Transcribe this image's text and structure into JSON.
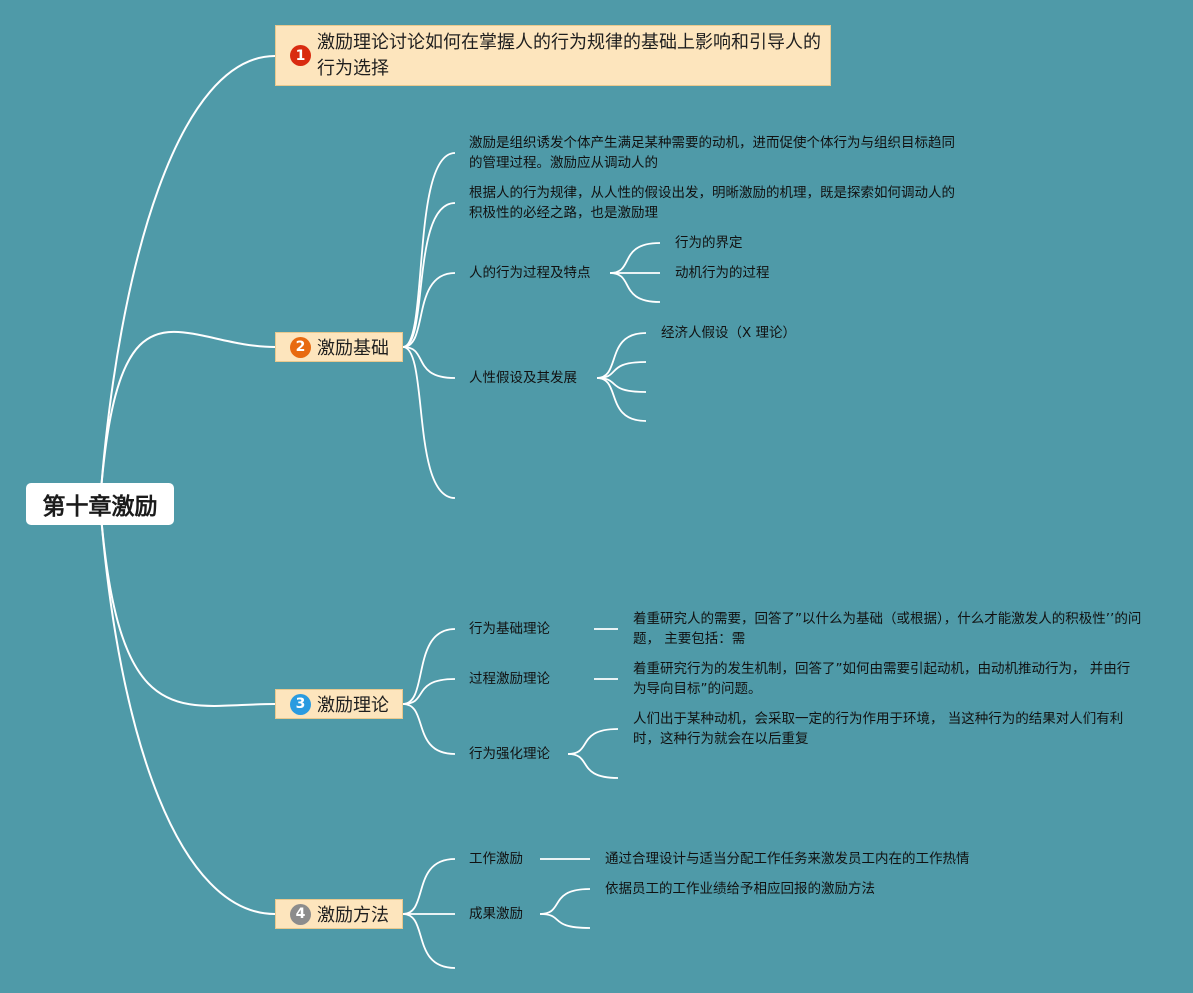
{
  "root": {
    "label": "第十章激励"
  },
  "topics": [
    {
      "number": "1",
      "badge_color": "#d92b10",
      "label": "激励理论讨论如何在掌握人的行为规律的基础上影响和引导人的行为选择"
    },
    {
      "number": "2",
      "badge_color": "#e86a10",
      "label": "激励基础",
      "children": [
        {
          "text": "激励是组织诱发个体产生满足某种需要的动机，进而促使个体行为与组织目标趋同的管理过程。激励应从调动人的"
        },
        {
          "text": "根据人的行为规律，从人性的假设出发，明晰激励的机理，既是探索如何调动人的积极性的必经之路，也是激励理"
        },
        {
          "text": "人的行为过程及特点",
          "children": [
            "行为的界定",
            "动机行为的过程",
            ""
          ]
        },
        {
          "text": "人性假设及其发展",
          "children": [
            "经济人假设（X 理论）",
            "",
            "",
            ""
          ]
        },
        {
          "text": ""
        }
      ]
    },
    {
      "number": "3",
      "badge_color": "#2a9be0",
      "label": "激励理论",
      "children": [
        {
          "text": "行为基础理论",
          "children": [
            "着重研究人的需要，回答了”以什么为基础（或根据），什么才能激发人的积极性’’的问题，  主要包括：需"
          ]
        },
        {
          "text": "过程激励理论",
          "children": [
            "着重研究行为的发生机制，回答了”如何由需要引起动机，由动机推动行为，  并由行为导向目标”的问题。"
          ]
        },
        {
          "text": "行为强化理论",
          "children": [
            "人们出于某种动机，会采取一定的行为作用于环境，  当这种行为的结果对人们有利时，这种行为就会在以后重复",
            ""
          ]
        }
      ]
    },
    {
      "number": "4",
      "badge_color": "#8c8c8c",
      "label": "激励方法",
      "children": [
        {
          "text": "工作激励",
          "children": [
            "通过合理设计与适当分配工作任务来激发员工内在的工作热情"
          ]
        },
        {
          "text": "成果激励",
          "children": [
            "依据员工的工作业绩给予相应回报的激励方法",
            ""
          ]
        },
        {
          "text": ""
        }
      ]
    }
  ]
}
